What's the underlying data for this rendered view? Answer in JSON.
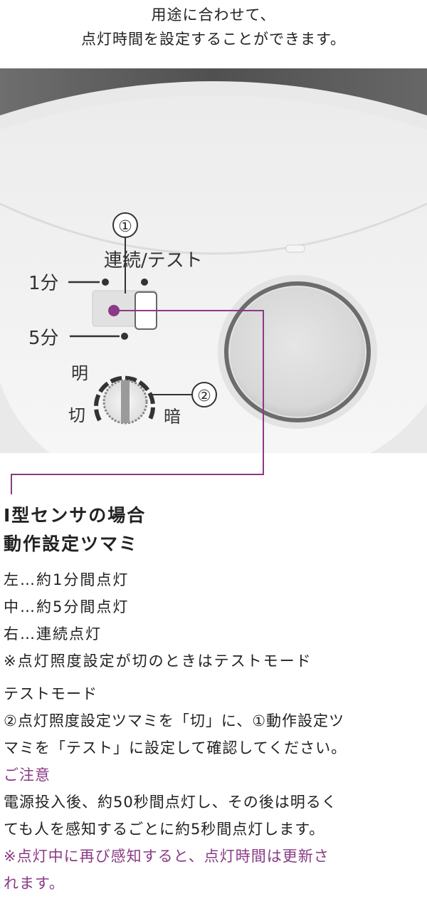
{
  "caption": {
    "line1": "用途に合わせて、",
    "line2": "点灯時間を設定することができます。"
  },
  "diagram": {
    "marker_1": "①",
    "marker_2": "②",
    "label_continuous_test": "連続/テスト",
    "label_1min": "1分",
    "label_5min": "5分",
    "label_bright": "明",
    "label_off": "切",
    "label_dark": "暗"
  },
  "heading": {
    "line1": "I型センサの場合",
    "line2": "動作設定ツマミ"
  },
  "settings": {
    "left": "左…約1分間点灯",
    "center": "中…約5分間点灯",
    "right": "右…連続点灯",
    "note": "※点灯照度設定が切のときはテストモード"
  },
  "test_mode": {
    "title": "テストモード",
    "text1": "②点灯照度設定ツマミを「切」に、①動作設定ツ",
    "text2": "マミを「テスト」に設定して確認してください。",
    "caution_title": "ご注意",
    "caution1": "電源投入後、約50秒間点灯し、その後は明るく",
    "caution2": "ても人を感知するごとに約5秒間点灯します。",
    "caution3": "※点灯中に再び感知すると、点灯時間は更新さ",
    "caution4": "れます。"
  },
  "colors": {
    "accent": "#8a3a86",
    "text": "#222222",
    "device_background": "#5c5c5c",
    "device_body": "#f3f3f3"
  }
}
